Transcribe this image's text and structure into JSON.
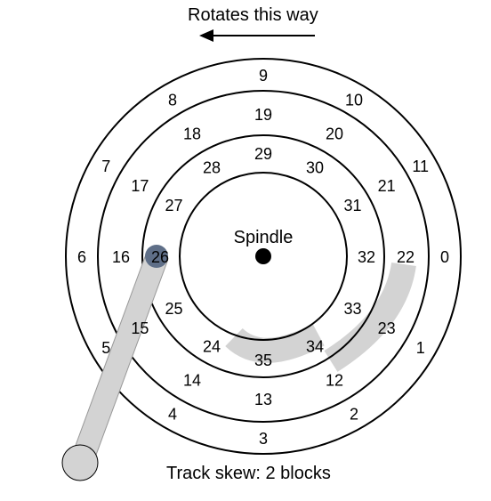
{
  "title": "Rotates this way",
  "caption": "Track skew: 2 blocks",
  "center_label": "Spindle",
  "colors": {
    "line": "#000000",
    "arm": "#d3d3d3",
    "highlight": "#d3d3d3",
    "head": "#5f6f88"
  },
  "tracks": [
    {
      "name": "outer",
      "blocks": [
        "0",
        "1",
        "2",
        "3",
        "4",
        "5",
        "6",
        "7",
        "8",
        "9",
        "10",
        "11"
      ]
    },
    {
      "name": "middle",
      "blocks": [
        "22",
        "23",
        "12",
        "13",
        "14",
        "15",
        "16",
        "17",
        "18",
        "19",
        "20",
        "21"
      ]
    },
    {
      "name": "inner",
      "blocks": [
        "32",
        "33",
        "34",
        "35",
        "24",
        "25",
        "26",
        "27",
        "28",
        "29",
        "30",
        "31"
      ]
    }
  ],
  "head_over_block": "26"
}
